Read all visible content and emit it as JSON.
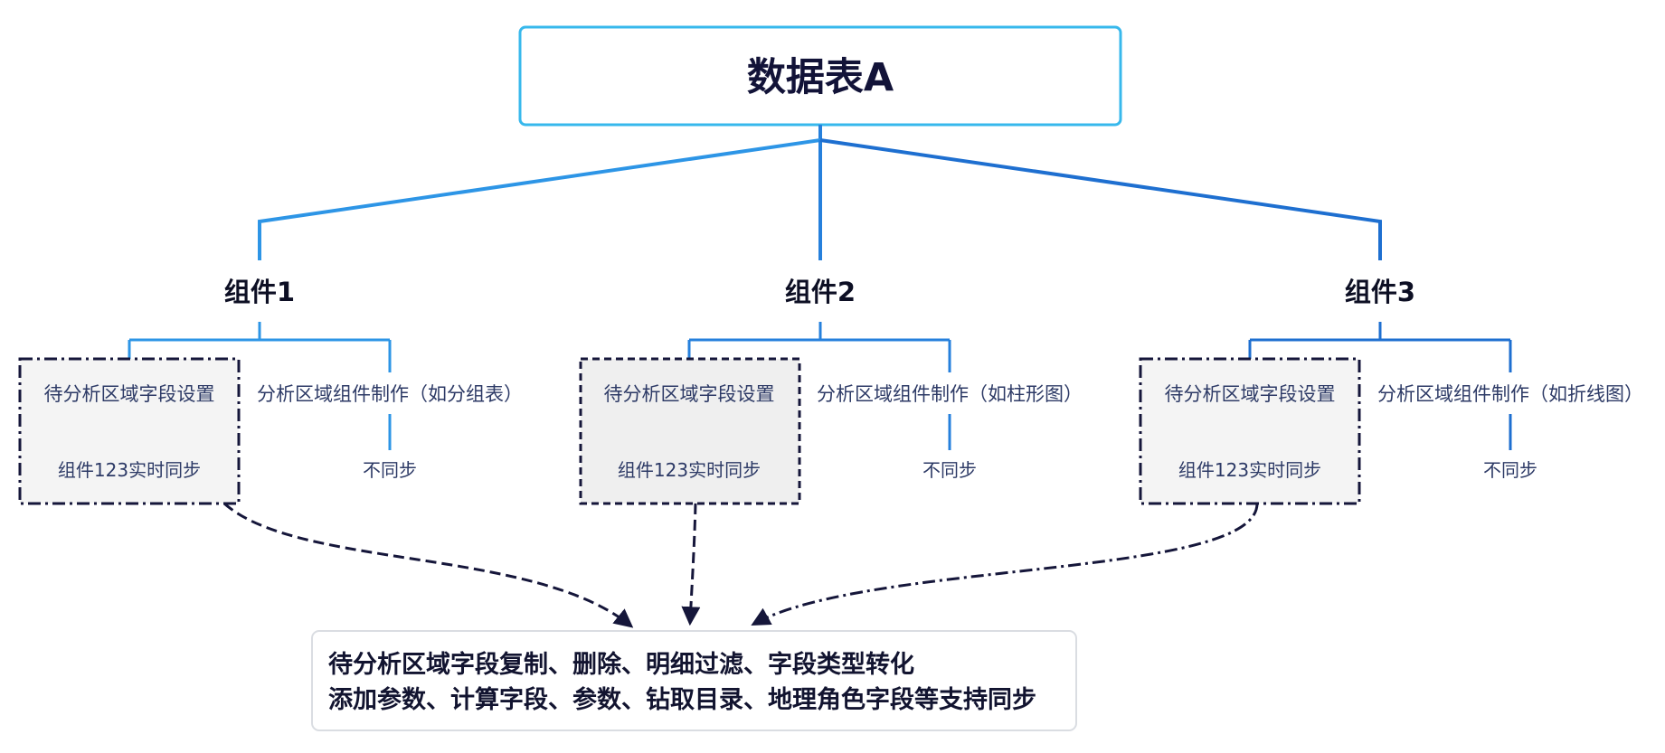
{
  "root": {
    "title": "数据表A"
  },
  "components": [
    {
      "name": "组件1",
      "settings_label": "待分析区域字段设置",
      "sync_label": "组件123实时同步",
      "chart_label": "分析区域组件制作（如分组表）",
      "nosync_label": "不同步"
    },
    {
      "name": "组件2",
      "settings_label": "待分析区域字段设置",
      "sync_label": "组件123实时同步",
      "chart_label": "分析区域组件制作（如柱形图）",
      "nosync_label": "不同步"
    },
    {
      "name": "组件3",
      "settings_label": "待分析区域字段设置",
      "sync_label": "组件123实时同步",
      "chart_label": "分析区域组件制作（如折线图）",
      "nosync_label": "不同步"
    }
  ],
  "note": {
    "line1": "待分析区域字段复制、删除、明细过滤、字段类型转化",
    "line2": "添加参数、计算字段、参数、钻取目录、地理角色字段等支持同步"
  },
  "colors": {
    "root_border": "#37b8ec",
    "connector_left": "#2d95e6",
    "connector_mid": "#2680dc",
    "connector_right": "#1e6fd0",
    "dashed_border": "#15163a",
    "box_fill": "#f4f4f4",
    "note_border": "#dadde2"
  }
}
